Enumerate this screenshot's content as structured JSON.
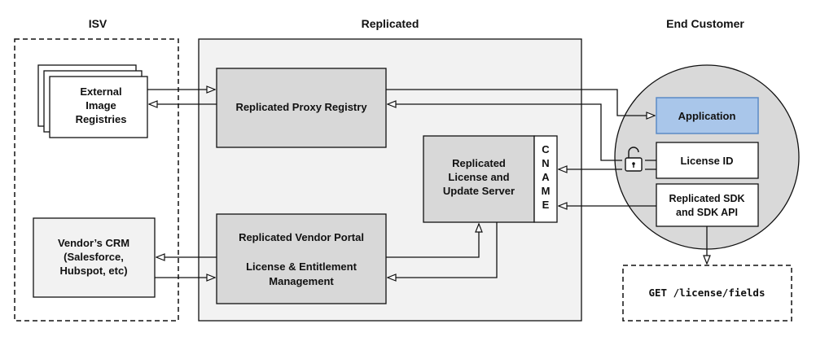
{
  "headers": {
    "isv": "ISV",
    "replicated": "Replicated",
    "end_customer": "End Customer"
  },
  "external_registries": {
    "line1": "External",
    "line2": "Image",
    "line3": "Registries"
  },
  "vendor_crm": {
    "line1": "Vendor’s CRM",
    "line2": "(Salesforce,",
    "line3": "Hubspot, etc)"
  },
  "proxy_registry": {
    "label": "Replicated Proxy Registry"
  },
  "license_server": {
    "line1": "Replicated",
    "line2": "License and",
    "line3": "Update Server"
  },
  "cname": {
    "letters": [
      "C",
      "N",
      "A",
      "M",
      "E"
    ]
  },
  "vendor_portal": {
    "line1": "Replicated Vendor Portal",
    "line2": "License & Entitlement",
    "line3": "Management"
  },
  "application": {
    "label": "Application"
  },
  "license_id": {
    "label": "License ID"
  },
  "sdk": {
    "line1": "Replicated SDK",
    "line2": "and SDK API"
  },
  "api_call": {
    "label": "GET /license/fields"
  },
  "colors": {
    "panel": "#f2f2f2",
    "box": "#d8d8d8",
    "circle": "#d9d9d9",
    "application": "#a9c6ea",
    "application_border": "#5a8ac6",
    "stroke": "#111111"
  }
}
